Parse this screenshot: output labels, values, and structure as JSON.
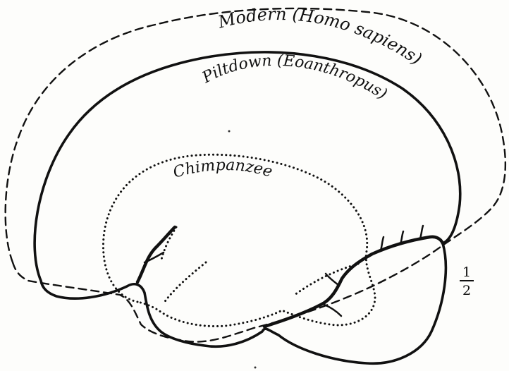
{
  "labels": {
    "modern": "Modern (Homo sapiens)",
    "piltdown": "Piltdown (Eoanthropus)",
    "chimpanzee": "Chimpanzee"
  },
  "scale": {
    "numerator": "1",
    "denominator": "2"
  }
}
